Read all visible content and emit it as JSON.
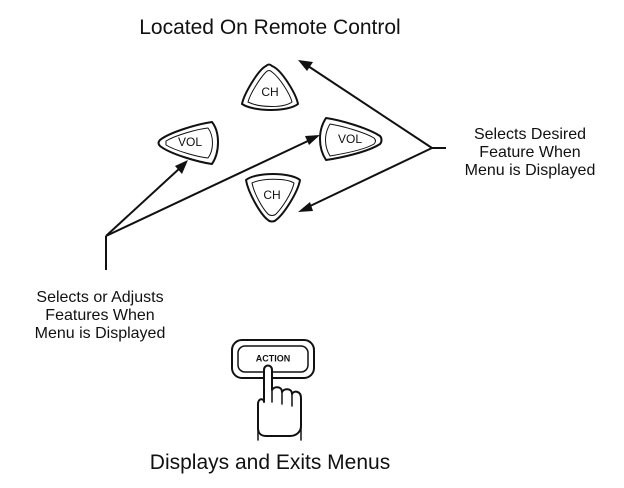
{
  "header": {
    "title": "Located On Remote Control"
  },
  "keys": {
    "ch_up": "CH",
    "ch_down": "CH",
    "vol_left": "VOL",
    "vol_right": "VOL",
    "action": "ACTION"
  },
  "captions": {
    "right": [
      "Selects Desired",
      "Feature When",
      "Menu is Displayed"
    ],
    "left": [
      "Selects or Adjusts",
      "Features When",
      "Menu is Displayed"
    ],
    "bottom": "Displays and Exits Menus"
  },
  "icons": {
    "pointer": "pointing-hand-icon"
  },
  "colors": {
    "ink": "#111111",
    "background": "#ffffff"
  }
}
